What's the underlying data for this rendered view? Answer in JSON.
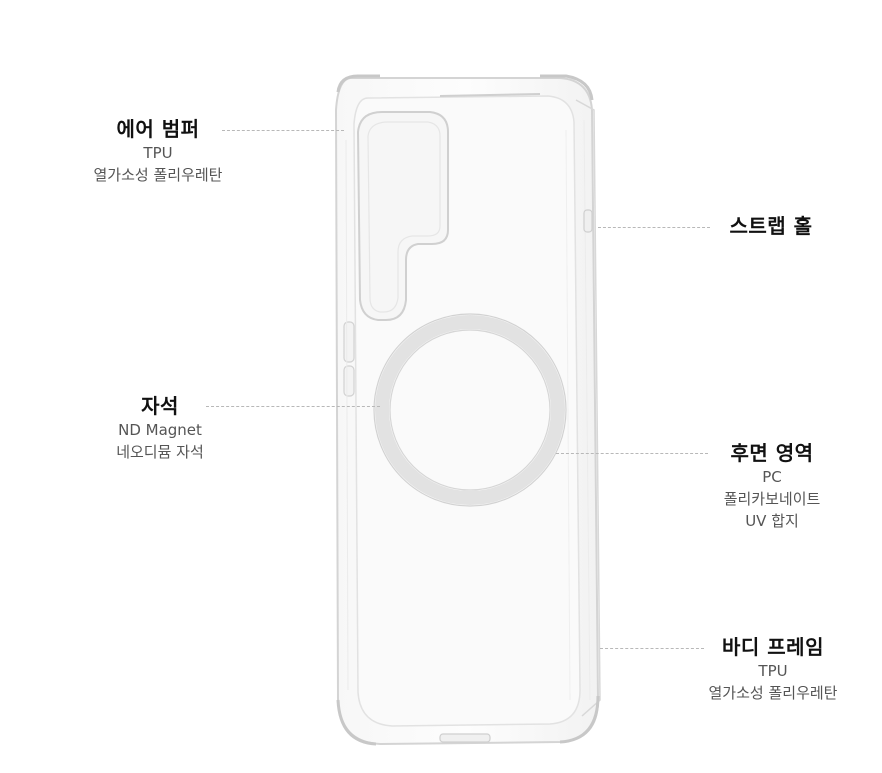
{
  "callouts": {
    "air_bumper": {
      "title": "에어 범퍼",
      "line1": "TPU",
      "line2": "열가소성 폴리우레탄"
    },
    "strap_hole": {
      "title": "스트랩 홀"
    },
    "magnet": {
      "title": "자석",
      "line1": "ND Magnet",
      "line2": "네오디뮴 자석"
    },
    "back": {
      "title": "후면 영역",
      "line1": "PC",
      "line2": "폴리카보네이트",
      "line3": "UV 합지"
    },
    "body_frame": {
      "title": "바디 프레임",
      "line1": "TPU",
      "line2": "열가소성 폴리우레탄"
    }
  },
  "colors": {
    "case_outline": "#d6d6d6",
    "leader_line": "#b8b8b8",
    "magnet_ring": "#e4e4e4"
  }
}
